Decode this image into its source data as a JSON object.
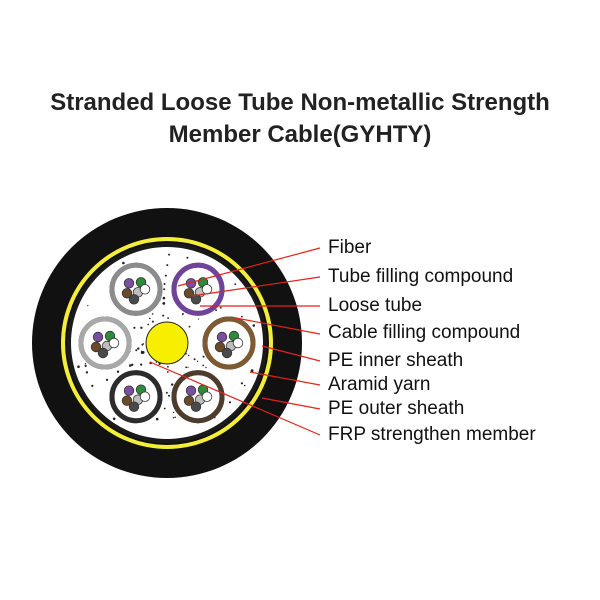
{
  "title": {
    "line1": "Stranded Loose Tube Non-metallic Strength",
    "line2": "Member Cable(GYHTY)"
  },
  "labels": [
    "Fiber",
    "Tube filling compound",
    "Loose tube",
    "Cable filling compound",
    "PE inner sheath",
    "Aramid yarn",
    "PE outer sheath",
    "FRP strengthen member"
  ],
  "colors": {
    "outer_sheath": "#111111",
    "aramid_ring": "#f4ee3a",
    "center_member": "#f6f000",
    "leader_line": "#e2231a",
    "fiber_colors": [
      "#7a4fa0",
      "#2e8b3a",
      "#6b4a2b",
      "#bdbdbd",
      "#ffffff",
      "#4a4a4a"
    ],
    "tube_colors": [
      "#6f4399",
      "#7d5a33",
      "#4d3b2c",
      "#2c2c2c",
      "#a8a8a8",
      "#8c8c8c"
    ]
  },
  "icons": {
    "fiber_bundle": "fiber-bundle-icon"
  }
}
